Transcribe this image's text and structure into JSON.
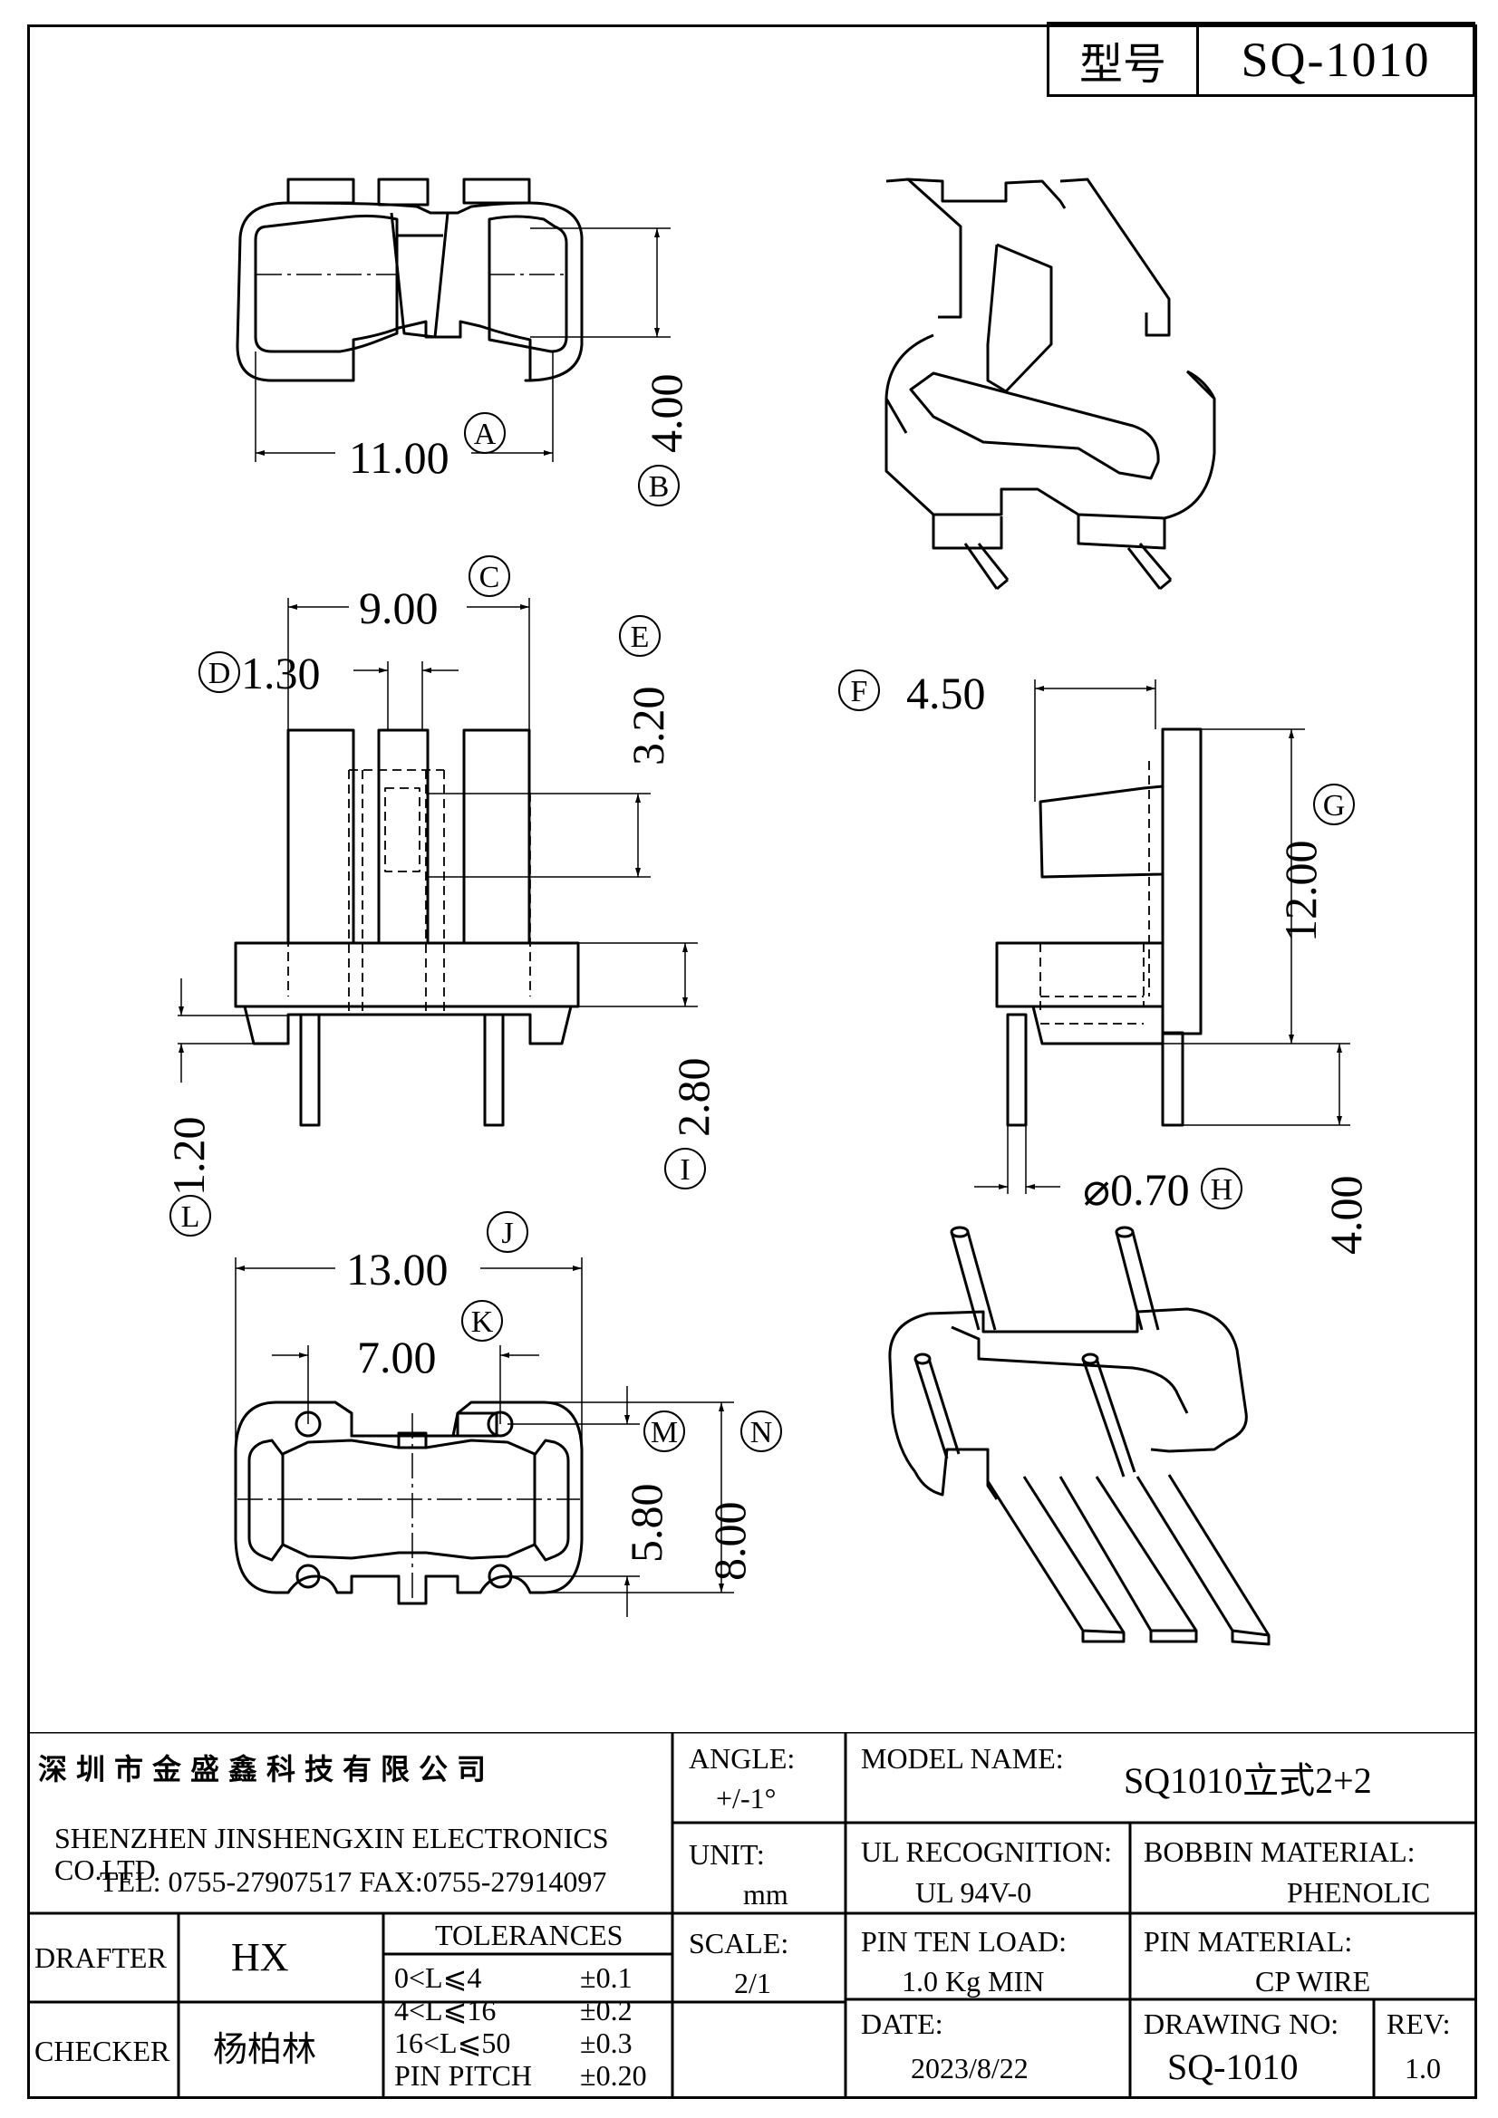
{
  "header": {
    "model_label": "型号",
    "model_value": "SQ-1010"
  },
  "dimensions": {
    "A": {
      "letter": "A",
      "value": "11.00"
    },
    "B": {
      "letter": "B",
      "value": "4.00"
    },
    "C": {
      "letter": "C",
      "value": "9.00"
    },
    "D": {
      "letter": "D",
      "value": "1.30"
    },
    "E": {
      "letter": "E",
      "value": "3.20"
    },
    "F": {
      "letter": "F",
      "value": "4.50"
    },
    "G": {
      "letter": "G",
      "value": "12.00"
    },
    "H": {
      "letter": "H",
      "value": "⌀0.70"
    },
    "I": {
      "letter": "I",
      "value": "2.80"
    },
    "J": {
      "letter": "J",
      "value": "13.00"
    },
    "K": {
      "letter": "K",
      "value": "7.00"
    },
    "L": {
      "letter": "L",
      "value": "1.20"
    },
    "M": {
      "letter": "M",
      "value": "5.80"
    },
    "N": {
      "letter": "N",
      "value": "8.00"
    },
    "pin_length": {
      "value": "4.00"
    }
  },
  "title_block": {
    "company_cn": "深圳市金盛鑫科技有限公司",
    "company_en": "SHENZHEN JINSHENGXIN ELECTRONICS CO.LTD",
    "contact": "TEL: 0755-27907517   FAX:0755-27914097",
    "angle_label": "ANGLE:",
    "angle_value": "+/-1°",
    "model_name_label": "MODEL NAME:",
    "model_name_value": "SQ1010立式2+2",
    "unit_label": "UNIT:",
    "unit_value": "mm",
    "ul_label": "UL RECOGNITION:",
    "ul_value": "UL 94V-0",
    "bobbin_label": "BOBBIN MATERIAL:",
    "bobbin_value": "PHENOLIC",
    "drafter_label": "DRAFTER",
    "drafter_value": "HX",
    "checker_label": "CHECKER",
    "checker_value": "杨柏林",
    "tolerances_label": "TOLERANCES",
    "tolerances": [
      {
        "range": "0<L⩽4",
        "value": "±0.1"
      },
      {
        "range": "4<L⩽16",
        "value": "±0.2"
      },
      {
        "range": "16<L⩽50",
        "value": "±0.3"
      },
      {
        "range": "PIN PITCH",
        "value": "±0.20"
      }
    ],
    "scale_label": "SCALE:",
    "scale_value": "2/1",
    "pin_load_label": "PIN TEN LOAD:",
    "pin_load_value": "1.0 Kg MIN",
    "pin_material_label": "PIN MATERIAL:",
    "pin_material_value": "CP WIRE",
    "date_label": "DATE:",
    "date_value": "2023/8/22",
    "drawing_no_label": "DRAWING NO:",
    "drawing_no_value": "SQ-1010",
    "rev_label": "REV:",
    "rev_value": "1.0"
  }
}
